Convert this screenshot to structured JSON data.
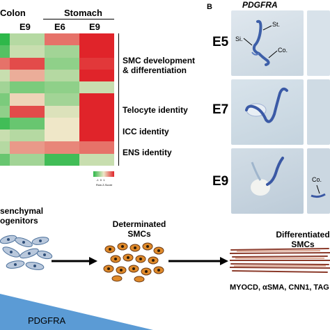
{
  "panel_b_letter": "B",
  "heatmap": {
    "group_headers": [
      "Colon",
      "Stomach"
    ],
    "column_headers": [
      "E9",
      "E6",
      "E9"
    ],
    "row_labels": [
      "SMC development\n& differentiation",
      "Telocyte identity",
      "ICC identity",
      "ENS identity"
    ],
    "colors": {
      "high": "#e0242a",
      "mid": "#efe7c8",
      "low": "#2eb84a"
    },
    "legend": {
      "title": "Row Z-Score",
      "ticks": "-1  0  1"
    },
    "rows": [
      [
        -1.0,
        -0.3,
        0.6,
        1.0
      ],
      [
        -0.8,
        -0.2,
        -0.4,
        1.0
      ],
      [
        0.6,
        0.8,
        -0.5,
        0.9
      ],
      [
        -0.2,
        0.3,
        -0.3,
        1.0
      ],
      [
        -0.4,
        -0.6,
        -0.5,
        -0.2
      ],
      [
        -0.6,
        0.1,
        -0.4,
        1.0
      ],
      [
        -0.5,
        0.8,
        -0.1,
        1.0
      ],
      [
        -0.9,
        -0.7,
        0.0,
        1.0
      ],
      [
        -0.2,
        -0.3,
        0.0,
        1.0
      ],
      [
        -0.3,
        0.4,
        0.5,
        0.6
      ],
      [
        -0.7,
        -0.4,
        -0.9,
        -0.2
      ]
    ]
  },
  "ish": {
    "gene": "PDGFRA",
    "stages": [
      "E5",
      "E7",
      "E9"
    ],
    "labels": {
      "st": "St.",
      "si": "Si.",
      "co": "Co.",
      "co2": "Co."
    }
  },
  "pathway": {
    "stages": [
      {
        "title": "senchymal\nogenitors"
      },
      {
        "title": "Determinated\nSMCs"
      },
      {
        "title": "Differentiated\nSMCs"
      }
    ],
    "markers": "MYOCD, αSMA, CNN1, TAG",
    "gradient_label": "PDGFRA",
    "colors": {
      "gradient": "#5b9bd5",
      "progenitor": "#4a6f9a",
      "smc": "#e08a2a",
      "fiber": "#8b3a2a"
    }
  }
}
